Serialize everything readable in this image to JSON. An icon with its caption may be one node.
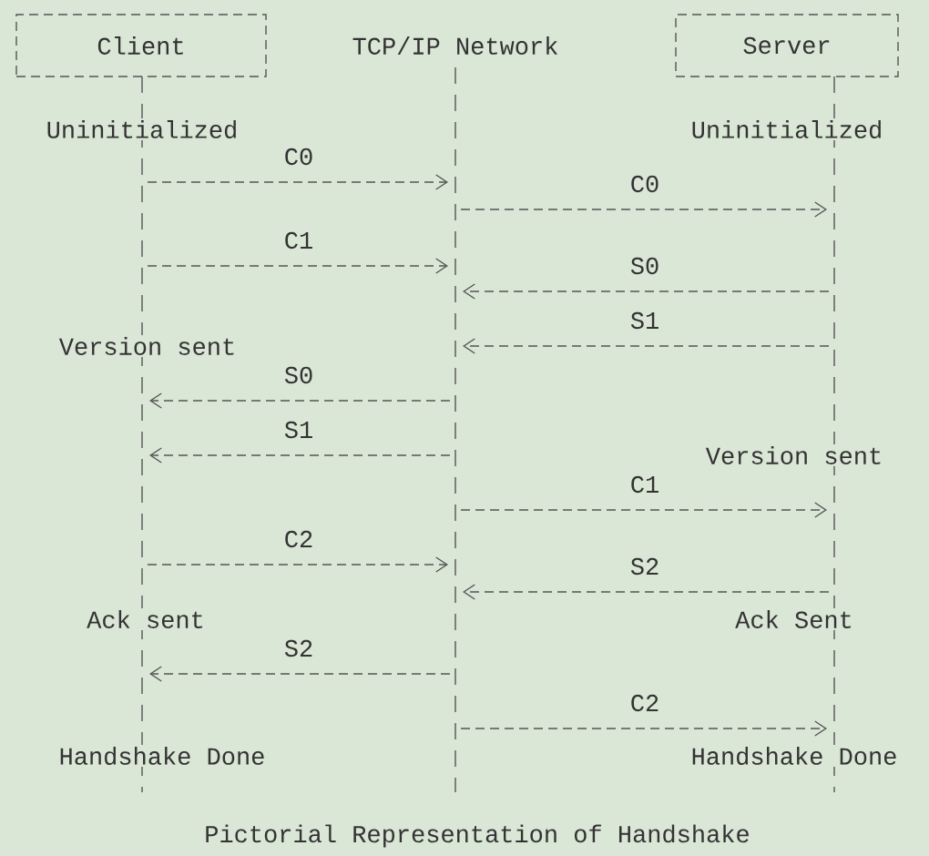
{
  "diagram": {
    "caption": "Pictorial Representation of Handshake",
    "nodes": [
      {
        "text": [
          "Client"
        ]
      },
      {
        "text": [
          "TCP/IP Network"
        ]
      },
      {
        "text": [
          "Server"
        ]
      }
    ],
    "edges": [
      {
        "from": 0,
        "to": 1,
        "arrow": "to",
        "label": "C0"
      },
      {
        "from": 1,
        "to": 2,
        "arrow": "to",
        "label": "C0"
      },
      {
        "from": 0,
        "to": 1,
        "arrow": "to",
        "label": "C1"
      },
      {
        "from": 2,
        "to": 1,
        "arrow": "to",
        "label": "S0"
      },
      {
        "from": 2,
        "to": 1,
        "arrow": "to",
        "label": "S1"
      },
      {
        "from": 1,
        "to": 0,
        "arrow": "to",
        "label": "S0"
      },
      {
        "from": 1,
        "to": 0,
        "arrow": "to",
        "label": "S1"
      },
      {
        "from": 1,
        "to": 2,
        "arrow": "to",
        "label": "C1"
      },
      {
        "from": 0,
        "to": 1,
        "arrow": "to",
        "label": "C2"
      },
      {
        "from": 2,
        "to": 1,
        "arrow": "to",
        "label": "S2"
      },
      {
        "from": 1,
        "to": 0,
        "arrow": "to",
        "label": "S2"
      },
      {
        "from": 1,
        "to": 2,
        "arrow": "to",
        "label": "C2"
      }
    ],
    "labels": [
      "Uninitialized",
      "Uninitialized",
      "Version sent",
      "Version sent",
      "Ack sent",
      "Ack Sent",
      "Handshake Done",
      "Handshake Done"
    ]
  }
}
